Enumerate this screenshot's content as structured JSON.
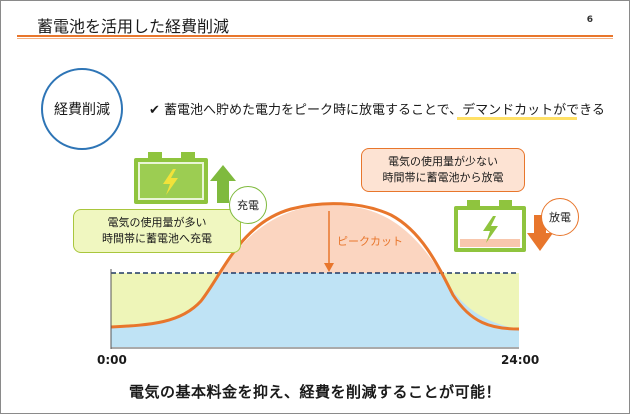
{
  "header": {
    "title": "蓄電池を活用した経費削減",
    "page_number": "6"
  },
  "concept_label": "経費削減",
  "lead": {
    "check": "✔",
    "text": "蓄電池へ貯めた電力をピーク時に放電することで、デマンドカットができる"
  },
  "diagram": {
    "callout_charge": "電気の使用量が多い\n時間帯に蓄電池へ充電",
    "callout_discharge": "電気の使用量が少ない\n時間帯に蓄電池から放電",
    "tag_charge": "充電",
    "tag_discharge": "放電",
    "peak_label": "ピークカット",
    "x_start": "0:00",
    "x_end": "24:00",
    "colors": {
      "usage_line": "#e8762c",
      "peak_fill": "#fbd5c0",
      "base_fill": "#bfe3f5",
      "surplus_fill": "#eef5b8",
      "battery_charge": "#8fc43e",
      "battery_discharge_fill": "#f8c7ad",
      "threshold": "#1f3864"
    },
    "icons": {
      "battery_charged": "battery-full-icon",
      "battery_discharged": "battery-low-icon",
      "arrow_up": "arrow-up-icon",
      "arrow_down": "arrow-down-icon",
      "lightning": "lightning-icon"
    }
  },
  "conclusion": "電気の基本料金を抑え、経費を削減することが可能！"
}
